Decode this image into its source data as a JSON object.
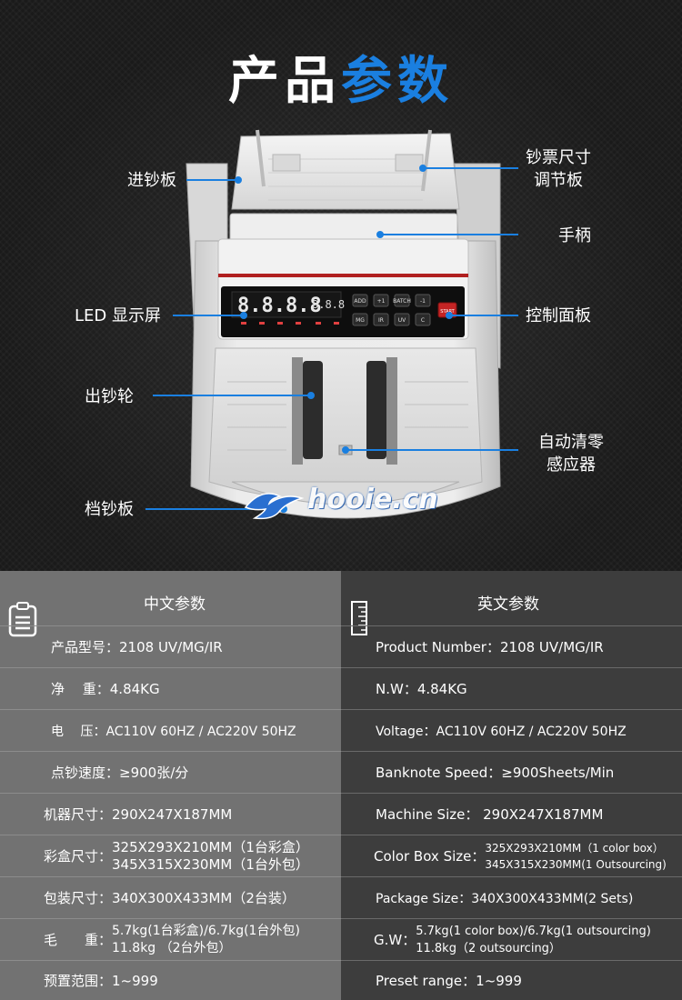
{
  "header": {
    "title_white": "产品",
    "title_blue": "参数",
    "colors": {
      "accent_blue": "#1a7fe0",
      "background": "#1b1b1b"
    }
  },
  "callouts": {
    "feed_board": "进钞板",
    "size_adjust_line1": "钞票尺寸",
    "size_adjust_line2": "调节板",
    "handle": "手柄",
    "led_display": "LED 显示屏",
    "control_panel": "控制面板",
    "output_wheel": "出钞轮",
    "auto_clear_line1": "自动清零",
    "auto_clear_line2": "感应器",
    "stacker": "档钞板"
  },
  "panel": {
    "buttons_row1": [
      "ADD",
      "+1",
      "BATCH",
      "-1"
    ],
    "buttons_row2": [
      "MG",
      "IR",
      "UV",
      "C"
    ],
    "start": "START"
  },
  "watermark": {
    "text": "hooie.cn"
  },
  "specs_cn": {
    "heading": "中文参数",
    "rows": [
      {
        "text": "产品型号：2108 UV/MG/IR"
      },
      {
        "text": "净　 重：4.84KG"
      },
      {
        "text": "电　 压：AC110V 60HZ / AC220V 50HZ"
      },
      {
        "text": "点钞速度：≥900张/分"
      },
      {
        "text": "机器尺寸：290X247X187MM"
      },
      {
        "label": "彩盒尺寸：",
        "line1": "325X293X210MM（1台彩盒）",
        "line2": "345X315X230MM（1台外包）"
      },
      {
        "text": "包装尺寸：340X300X433MM（2台装）"
      },
      {
        "label": "毛　　重：",
        "line1": "5.7kg(1台彩盒)/6.7kg(1台外包)",
        "line2": "11.8kg （2台外包）"
      },
      {
        "text": "预置范围：1~999"
      }
    ]
  },
  "specs_en": {
    "heading": "英文参数",
    "rows": [
      {
        "text": "Product Number：2108 UV/MG/IR"
      },
      {
        "text": "N.W：4.84KG"
      },
      {
        "text": "Voltage：AC110V 60HZ / AC220V 50HZ"
      },
      {
        "text": "Banknote Speed：≥900Sheets/Min"
      },
      {
        "text": "Machine Size：  290X247X187MM"
      },
      {
        "label": "Color Box Size：",
        "line1": "325X293X210MM（1 color box）",
        "line2": "345X315X230MM(1 Outsourcing)"
      },
      {
        "text": "Package Size：340X300X433MM(2 Sets)"
      },
      {
        "label": "G.W：",
        "line1": "5.7kg(1 color box)/6.7kg(1 outsourcing)",
        "line2": "11.8kg（2 outsourcing）"
      },
      {
        "text": "Preset range：1~999"
      }
    ]
  }
}
